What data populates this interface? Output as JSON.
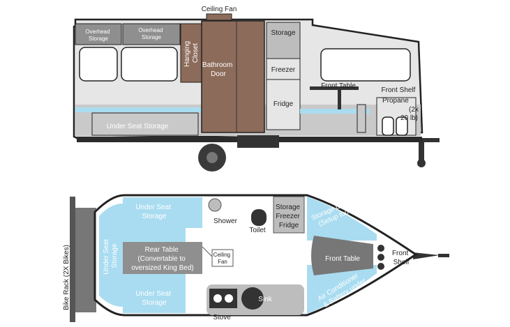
{
  "side_view": {
    "ceiling_fan": "Ceiling Fan",
    "overhead_storage_1": [
      "Overhead",
      "Storage"
    ],
    "overhead_storage_2": [
      "Overhead",
      "Storage"
    ],
    "hanging_closet": [
      "Hanging",
      "Closet"
    ],
    "bathroom_door": [
      "Bathroom",
      "Door"
    ],
    "storage": "Storage",
    "freezer": "Freezer",
    "fridge": "Fridge",
    "front_table": "Front Table",
    "front_shelf": "Front Shelf",
    "propane": [
      "Propane",
      "(2x",
      "20 lb)"
    ],
    "under_seat_storage": "Under Seat Storage"
  },
  "floor_plan": {
    "bike_rack": "Bike Rack (2X Bikes)",
    "rear_under_seat": [
      "Under Seat",
      "Storage"
    ],
    "under_seat_top": [
      "Under Seat",
      "Storage"
    ],
    "under_seat_bottom": [
      "Under Seat",
      "Storage"
    ],
    "rear_table": [
      "Rear Table",
      "(Convertable to",
      "oversized King Bed)"
    ],
    "ceiling_fan": [
      "Ceiling",
      "Fan"
    ],
    "shower": "Shower",
    "toilet": "Toilet",
    "storage_freezer_fridge": [
      "Storage",
      "Freezer",
      "Fridge"
    ],
    "storage_under_seat": [
      "Storage under seat",
      "(Setup tools)"
    ],
    "front_table": "Front Table",
    "ac_battery": [
      "Air Conditioner",
      "& Battery under",
      "seat"
    ],
    "front_shelf": [
      "Front",
      "Shelf"
    ],
    "sink": "Sink",
    "stove": "Stove"
  },
  "colors": {
    "outline": "#222222",
    "body": "#e6e6e6",
    "shadow": "#c9c9c9",
    "dark_gray": "#555555",
    "light_blue": "#a9dcf0",
    "door_brown": "#8c6b5a",
    "mid_gray": "#8f8f8f"
  }
}
